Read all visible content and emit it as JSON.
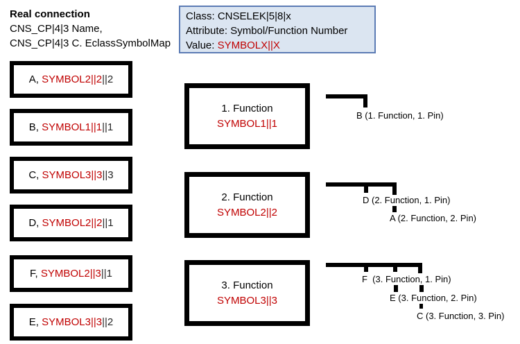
{
  "header": {
    "title": "Real connection",
    "line1": "CNS_CP|4|3 Name,",
    "line2": "CNS_CP|4|3 C. EclassSymbolMap"
  },
  "info_box": {
    "class_line": "Class: CNSELEK|5|8|x",
    "attribute_line": "Attribute: Symbol/Function Number",
    "value_label": "Value: ",
    "value": "SYMBOLX||X",
    "fill_color": "#dbe5f1",
    "border_color": "#5b7bb4"
  },
  "colors": {
    "accent_red": "#c00000",
    "shape_black": "#000000"
  },
  "connections": [
    {
      "prefix": "A, ",
      "symbol": "SYMBOL2||2",
      "suffix": "||2"
    },
    {
      "prefix": "B, ",
      "symbol": "SYMBOL1||1",
      "suffix": "||1"
    },
    {
      "prefix": "C, ",
      "symbol": "SYMBOL3||3",
      "suffix": "||3"
    },
    {
      "prefix": "D, ",
      "symbol": "SYMBOL2||2",
      "suffix": "||1"
    },
    {
      "prefix": "F, ",
      "symbol": "SYMBOL2||3",
      "suffix": "||1"
    },
    {
      "prefix": "E, ",
      "symbol": "SYMBOL3||3",
      "suffix": "||2"
    }
  ],
  "functions": [
    {
      "title": "1. Function",
      "symbol": "SYMBOL1||1"
    },
    {
      "title": "2. Function",
      "symbol": "SYMBOL2||2"
    },
    {
      "title": "3. Function",
      "symbol": "SYMBOL3||3"
    }
  ],
  "pin_labels": [
    {
      "text": "B (1. Function, 1. Pin)"
    },
    {
      "text": "D (2. Function, 1. Pin)"
    },
    {
      "text": "A (2. Function, 2. Pin)"
    },
    {
      "text": "F  (3. Function, 1. Pin)"
    },
    {
      "text": "E (3. Function, 2. Pin)"
    },
    {
      "text": "C (3. Function, 3. Pin)"
    }
  ]
}
